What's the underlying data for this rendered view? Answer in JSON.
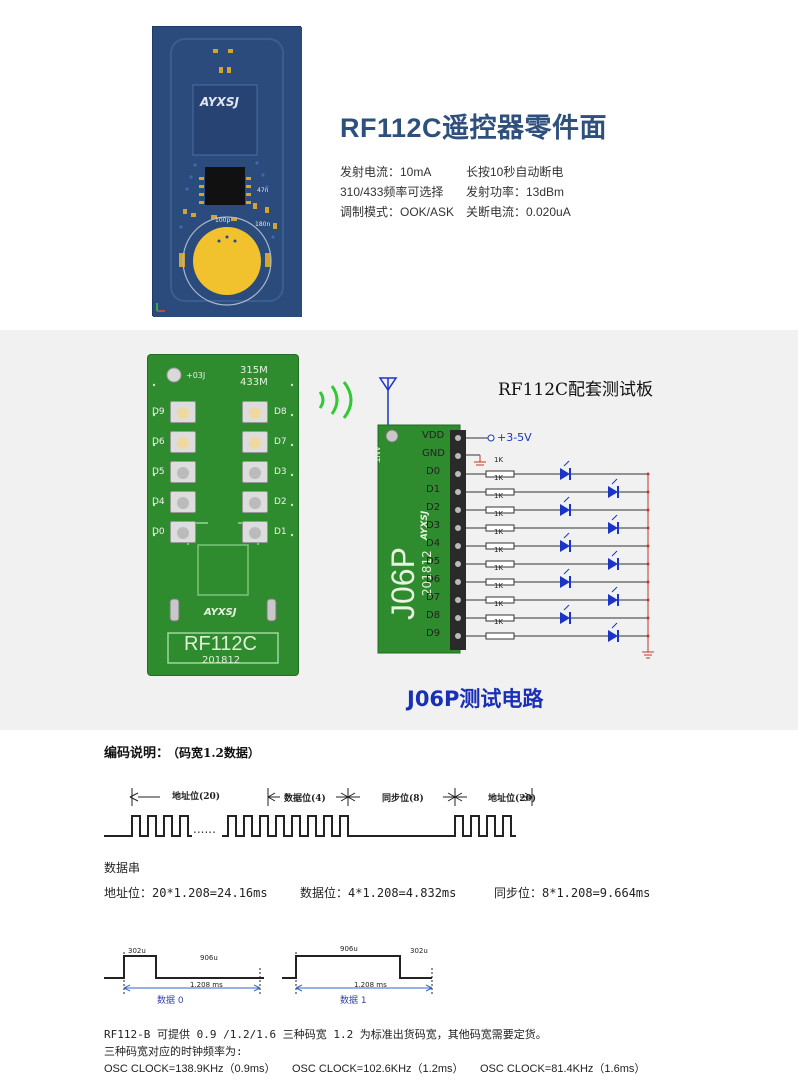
{
  "section1": {
    "title": "RF112C遥控器零件面",
    "specs": [
      "发射电流：10mA",
      "长按10秒自动断电",
      "310/433频率可选择",
      "发射功率：13dBm",
      "调制模式：OOK/ASK",
      "关断电流：0.020uA"
    ],
    "pcb_labels": {
      "logo": "AYXSJ",
      "cap1": "100p",
      "cap2": "180n",
      "ind": "47n"
    }
  },
  "section2": {
    "remote": {
      "jumper": "+03J",
      "freq1": "315M",
      "freq2": "433M",
      "left_labels": [
        "D9",
        "D6",
        "D5",
        "D4",
        "D0"
      ],
      "right_labels": [
        "D8",
        "D7",
        "D3",
        "D2",
        "D1"
      ],
      "logo": "AYXSJ",
      "model": "RF112C",
      "date": "201812"
    },
    "test_board_title": "RF112C配套测试板",
    "receiver": {
      "model": "J06P",
      "date": "201812",
      "ant": "ANT",
      "logo": "AYXSJ"
    },
    "pins": [
      "VDD",
      "GND",
      "D0",
      "D1",
      "D2",
      "D3",
      "D4",
      "D5",
      "D6",
      "D7",
      "D8",
      "D9"
    ],
    "supply": "+3-5V",
    "resistor": "1K",
    "caption": "J06P测试电路",
    "colors": {
      "board_green": "#2e8b2e",
      "pcb_blue": "#2b4b7c",
      "led_blue": "#1a34c8",
      "caption_blue": "#1a2fb8"
    }
  },
  "section3": {
    "title": "编码说明：",
    "subtitle": "（码宽1.2数据）",
    "segments": [
      "地址位(20)",
      "数据位(4)",
      "同步位(8)",
      "地址位(20)"
    ],
    "ellipsis": "......",
    "data_string_label": "数据串",
    "address_calc": "地址位：20*1.208=24.16ms",
    "data_calc": "数据位：4*1.208=4.832ms",
    "sync_calc": "同步位：8*1.208=9.664ms",
    "bit0": {
      "high": "302u",
      "low": "906u",
      "period": "1.208 ms",
      "label": "数据 0"
    },
    "bit1": {
      "high": "906u",
      "low": "302u",
      "period": "1.208 ms",
      "label": "数据 1"
    },
    "note1": "RF112-B 可提供 0.9 /1.2/1.6 三种码宽  1.2 为标准出货码宽，其他码宽需要定货。",
    "note2": "三种码宽对应的时钟频率为:",
    "clocks": [
      "OSC CLOCK=138.9KHz（0.9ms）",
      "OSC CLOCK=102.6KHz（1.2ms）",
      "OSC CLOCK=81.4KHz（1.6ms）"
    ]
  }
}
